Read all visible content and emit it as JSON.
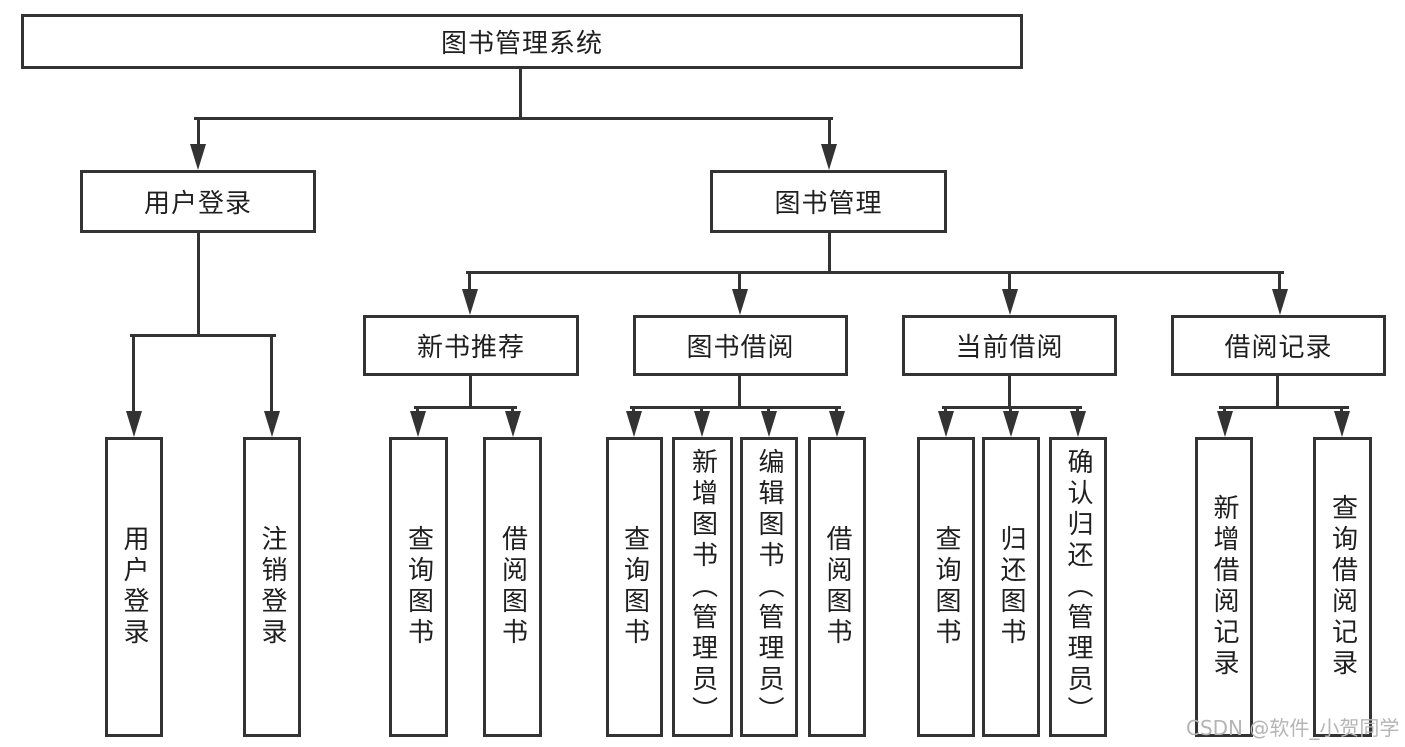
{
  "colors": {
    "line": "#333333",
    "box_border": "#333333",
    "box_fill": "#ffffff",
    "text": "#1f1f1f",
    "background": "#ffffff",
    "watermark": "#b5b5b5"
  },
  "nodes": {
    "root": {
      "label": "图书管理系统"
    },
    "user_login": {
      "label": "用户登录"
    },
    "book_mgmt": {
      "label": "图书管理"
    },
    "new_book_rec": {
      "label": "新书推荐"
    },
    "book_borrow": {
      "label": "图书借阅"
    },
    "current_borrow": {
      "label": "当前借阅"
    },
    "borrow_record": {
      "label": "借阅记录"
    },
    "leaf_user_login": {
      "label": "用户登录"
    },
    "leaf_logout": {
      "label": "注销登录"
    },
    "leaf_query_books_recommend": {
      "label": "查询图书"
    },
    "leaf_borrow_books_recommend": {
      "label": "借阅图书"
    },
    "leaf_query_books_borrow": {
      "label": "查询图书"
    },
    "leaf_add_books_admin": {
      "label": "新增图书（管理员）"
    },
    "leaf_edit_books_admin": {
      "label": "编辑图书（管理员）"
    },
    "leaf_borrow_books_borrow": {
      "label": "借阅图书"
    },
    "leaf_query_books_current": {
      "label": "查询图书"
    },
    "leaf_return_books": {
      "label": "归还图书"
    },
    "leaf_confirm_return_admin": {
      "label": "确认归还（管理员）"
    },
    "leaf_add_borrow_record": {
      "label": "新增借阅记录"
    },
    "leaf_query_borrow_record": {
      "label": "查询借阅记录"
    }
  },
  "hierarchy": {
    "图书管理系统": {
      "用户登录": [
        "用户登录",
        "注销登录"
      ],
      "图书管理": {
        "新书推荐": [
          "查询图书",
          "借阅图书"
        ],
        "图书借阅": [
          "查询图书",
          "新增图书（管理员）",
          "编辑图书（管理员）",
          "借阅图书"
        ],
        "当前借阅": [
          "查询图书",
          "归还图书",
          "确认归还（管理员）"
        ],
        "借阅记录": [
          "新增借阅记录",
          "查询借阅记录"
        ]
      }
    }
  },
  "watermark": {
    "text": "CSDN @软件_小贺同学"
  }
}
